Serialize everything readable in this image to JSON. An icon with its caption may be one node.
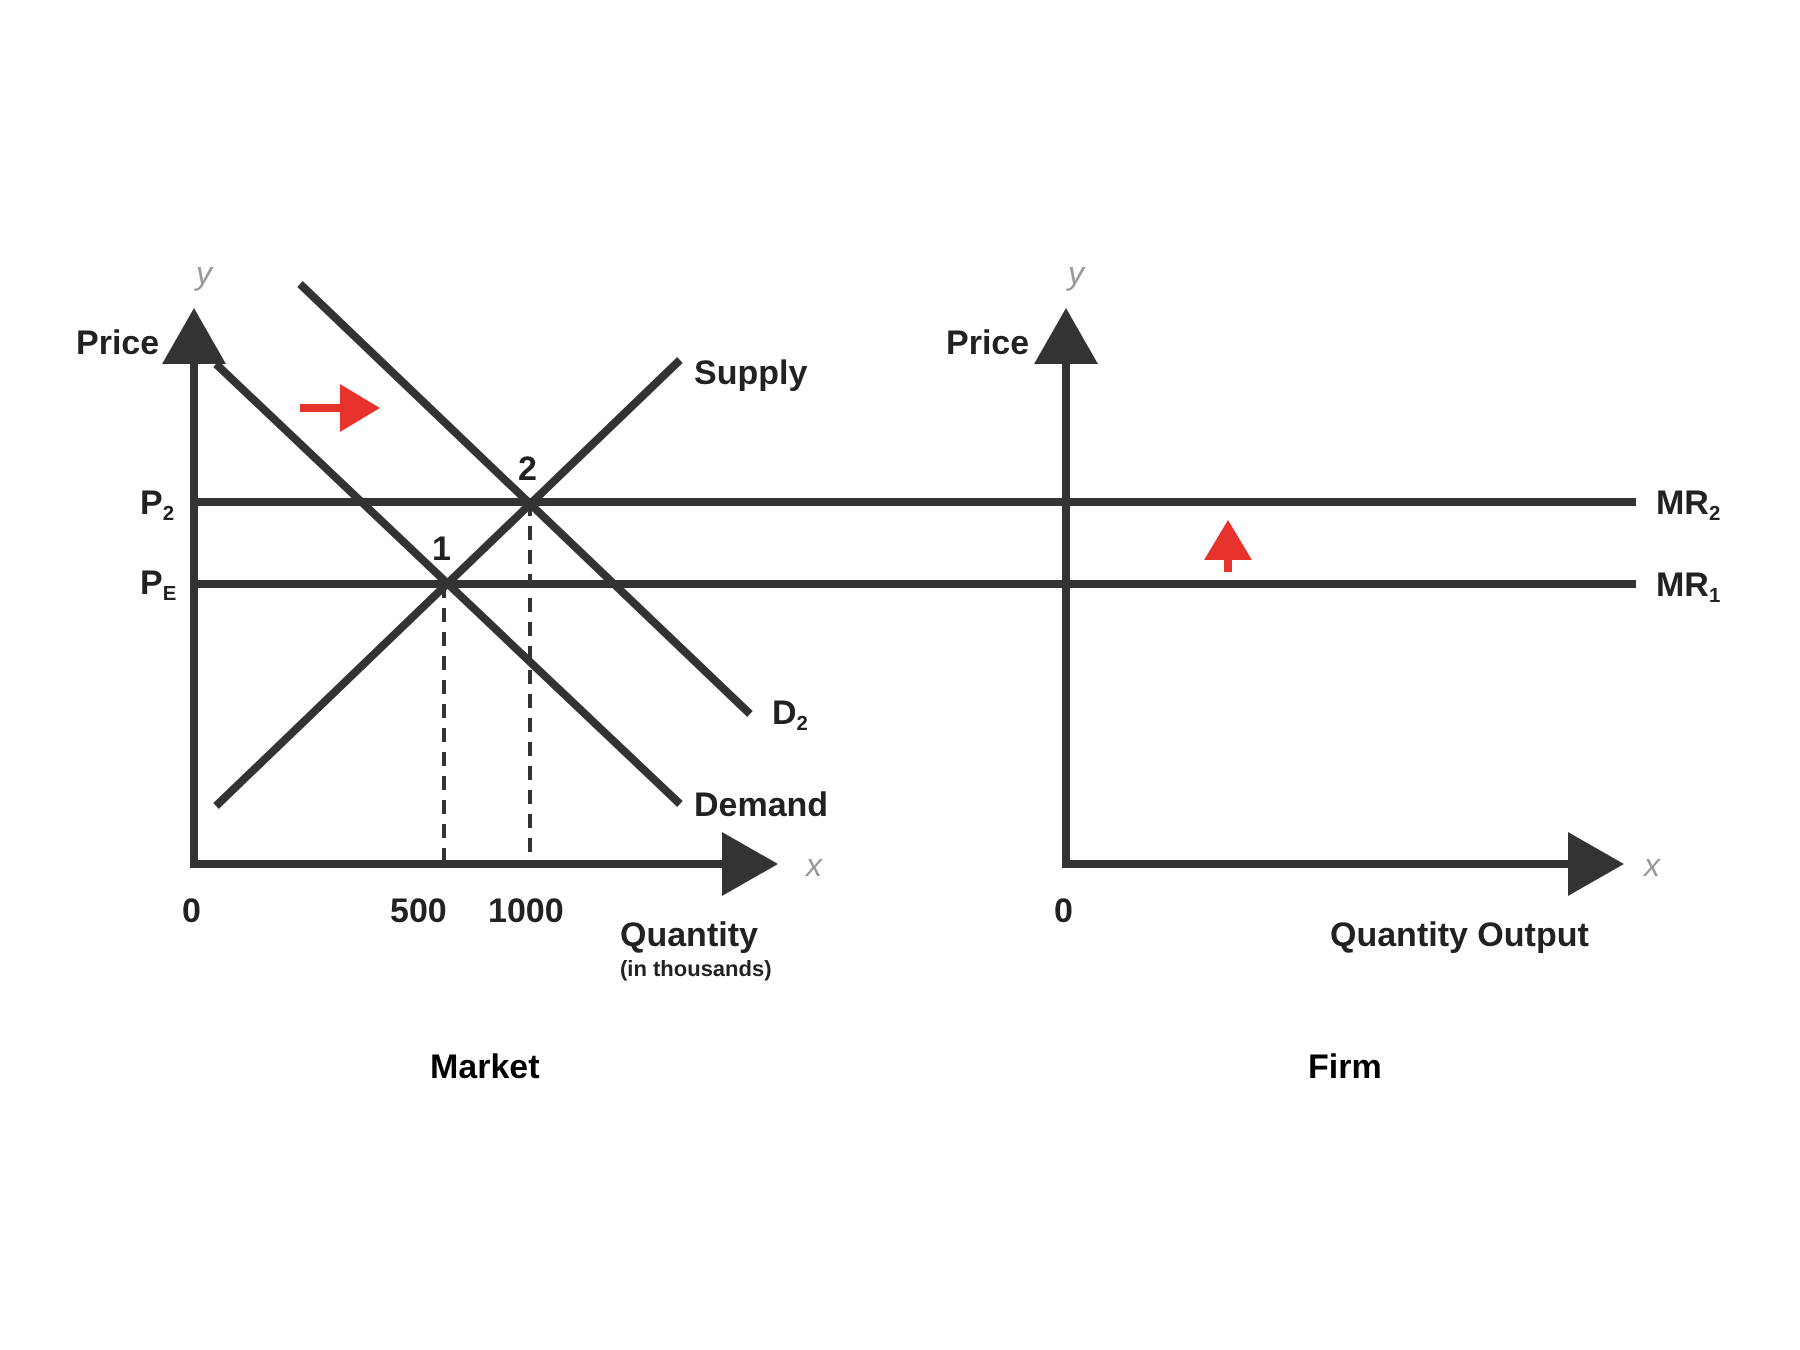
{
  "diagram": {
    "labels": [
      "y",
      "Price",
      "Supply",
      "2",
      "P$_{2}$",
      "1",
      "P$_{E}$",
      "D$_{2}$",
      "Demand",
      "x",
      "0",
      "500",
      "1000",
      "Quantity",
      "(in thousands)",
      "Market",
      "y",
      "Price",
      "MR$_{2}$",
      "MR$_{1}$",
      "x",
      "0",
      "Quantity Output",
      "Firm"
    ]
  }
}
